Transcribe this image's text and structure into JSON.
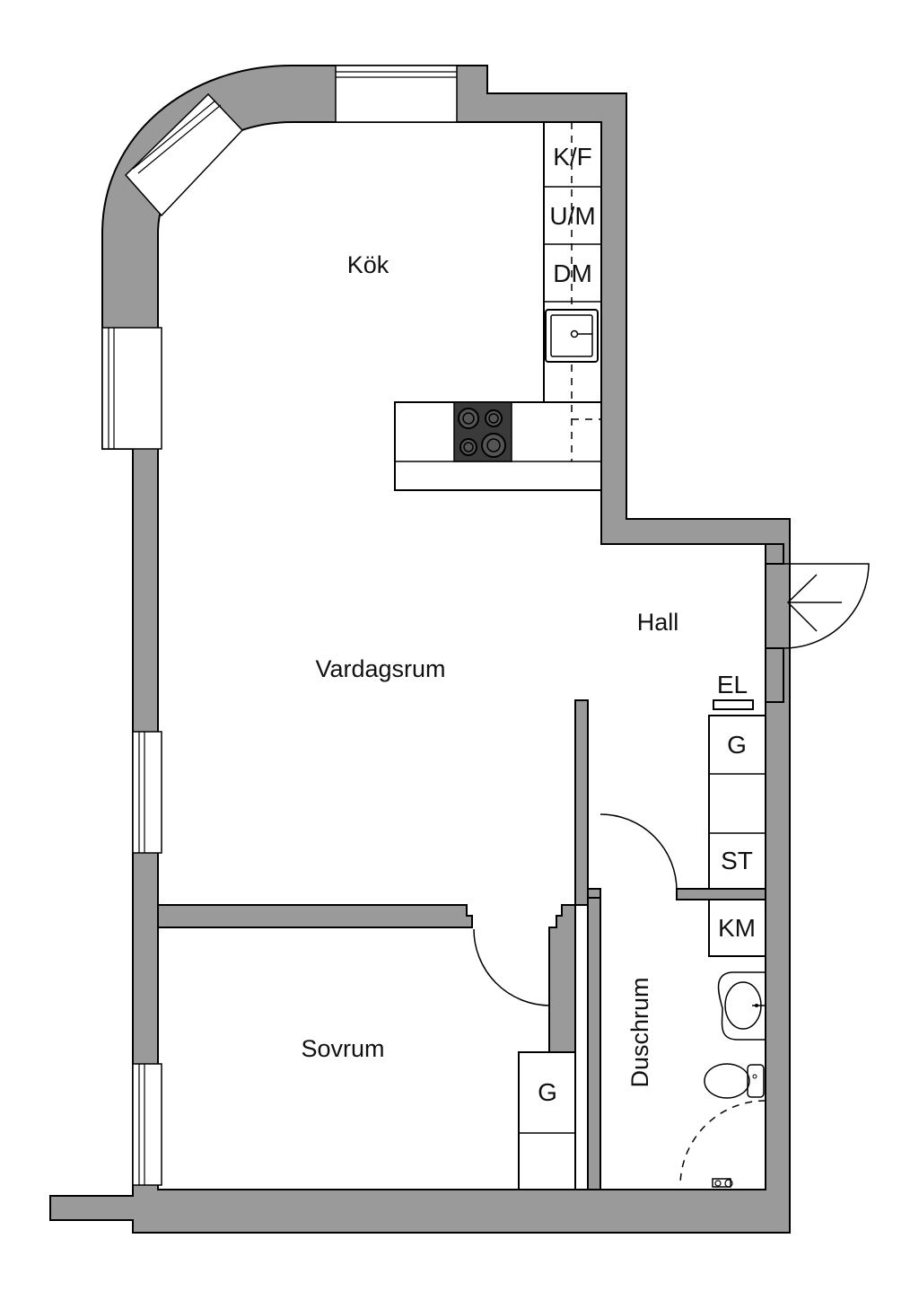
{
  "rooms": {
    "kitchen": "Kök",
    "living": "Vardagsrum",
    "hall": "Hall",
    "bedroom": "Sovrum",
    "shower": "Duschrum"
  },
  "fixtures": {
    "fridge_freezer": "K/F",
    "oven_microwave": "U/M",
    "dishwasher": "DM",
    "electrical": "EL",
    "wardrobe_hall": "G",
    "storage": "ST",
    "washing_machine": "KM",
    "wardrobe_bedroom": "G"
  },
  "icons": {
    "entrance": "arrow-left-icon",
    "stove": "stove-icon",
    "sink": "sink-icon",
    "basin": "washbasin-icon",
    "toilet": "toilet-icon",
    "shower": "shower-icon"
  },
  "colors": {
    "wall": "#9a9a9a",
    "stove": "#3a3a3a",
    "floor": "#ffffff"
  }
}
